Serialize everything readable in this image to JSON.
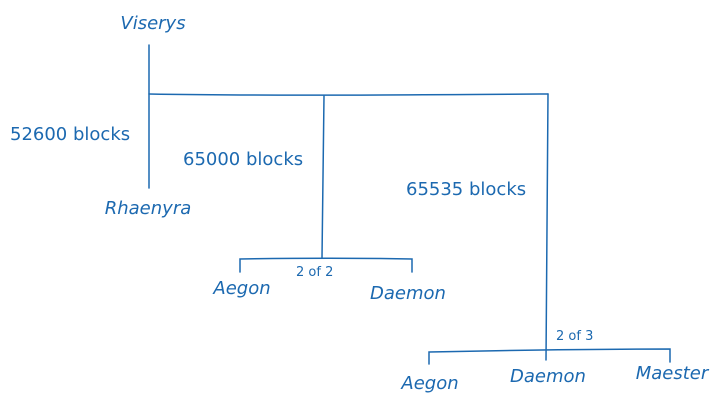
{
  "diagram": {
    "root": "Viserys",
    "nodes": {
      "rhaenyra": "Rhaenyra",
      "aegon_a": "Aegon",
      "daemon_a": "Daemon",
      "aegon_b": "Aegon",
      "daemon_b": "Daemon",
      "maester": "Maester"
    },
    "edges": {
      "to_rhaenyra": "52600 blocks",
      "to_multisig_2of2": "65000 blocks",
      "to_multisig_2of3": "65535 blocks"
    },
    "thresholds": {
      "multisig_a": "2 of 2",
      "multisig_b": "2 of 3"
    },
    "colors": {
      "ink": "#1c69b0"
    }
  }
}
